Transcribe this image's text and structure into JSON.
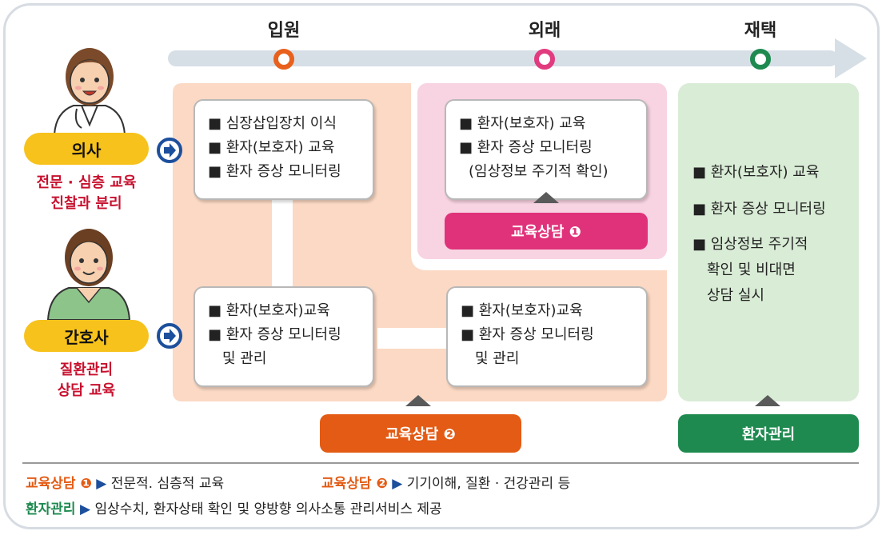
{
  "stages": [
    {
      "label": "입원",
      "color": "#e8601c"
    },
    {
      "label": "외래",
      "color": "#e23a7f"
    },
    {
      "label": "재택",
      "color": "#1e8a50"
    }
  ],
  "roles": {
    "doctor": {
      "label": "의사",
      "desc_line1": "전문 · 심층 교육",
      "desc_line2": "진찰과 분리"
    },
    "nurse": {
      "label": "간호사",
      "desc_line1": "질환관리",
      "desc_line2": "상담 교육"
    }
  },
  "cards": {
    "inpatient_doctor": [
      "■ 심장삽입장치 이식",
      "■ 환자(보호자) 교육",
      "■ 환자 증상 모니터링"
    ],
    "outpatient_doctor": [
      "■ 환자(보호자) 교육",
      "■ 환자 증상 모니터링",
      "(임상정보 주기적 확인)"
    ],
    "inpatient_nurse": [
      "■ 환자(보호자)교육",
      "■ 환자 증상 모니터링",
      "및 관리"
    ],
    "outpatient_nurse": [
      "■ 환자(보호자)교육",
      "■ 환자 증상 모니터링",
      "및 관리"
    ],
    "home": [
      "■ 환자(보호자) 교육",
      "■ 환자 증상 모니터링",
      "■ 임상정보 주기적",
      "확인 및 비대면",
      "상담 실시"
    ]
  },
  "buttons": {
    "counsel1": "교육상담 ❶",
    "counsel2": "교육상담 ❷",
    "patient_mgmt": "환자관리"
  },
  "legend": {
    "c1_label": "교육상담 ❶",
    "c1_arrow": "▶",
    "c1_text": "전문적. 심층적 교육",
    "c2_label": "교육상담 ❷",
    "c2_arrow": "▶",
    "c2_text": "기기이해, 질환 · 건강관리 등",
    "pm_label": "환자관리",
    "pm_arrow": "▶",
    "pm_text": "임상수치, 환자상태 확인 및 양방향 의사소통 관리서비스 제공"
  },
  "colors": {
    "inpatient_bg": "#fbd9c4",
    "outpatient_bg": "#f8d3e1",
    "home_bg": "#d9ecd6",
    "counsel1": "#e0327a",
    "counsel2": "#e35b14",
    "patient_mgmt": "#1e8a50",
    "role_pill": "#f7c21b",
    "role_desc": "#c8102e",
    "arrow_icon": "#1c4f9c"
  },
  "icons": [
    "doctor-illustration-icon",
    "nurse-illustration-icon",
    "arrow-right-circle-icon",
    "triangle-up-icon"
  ]
}
